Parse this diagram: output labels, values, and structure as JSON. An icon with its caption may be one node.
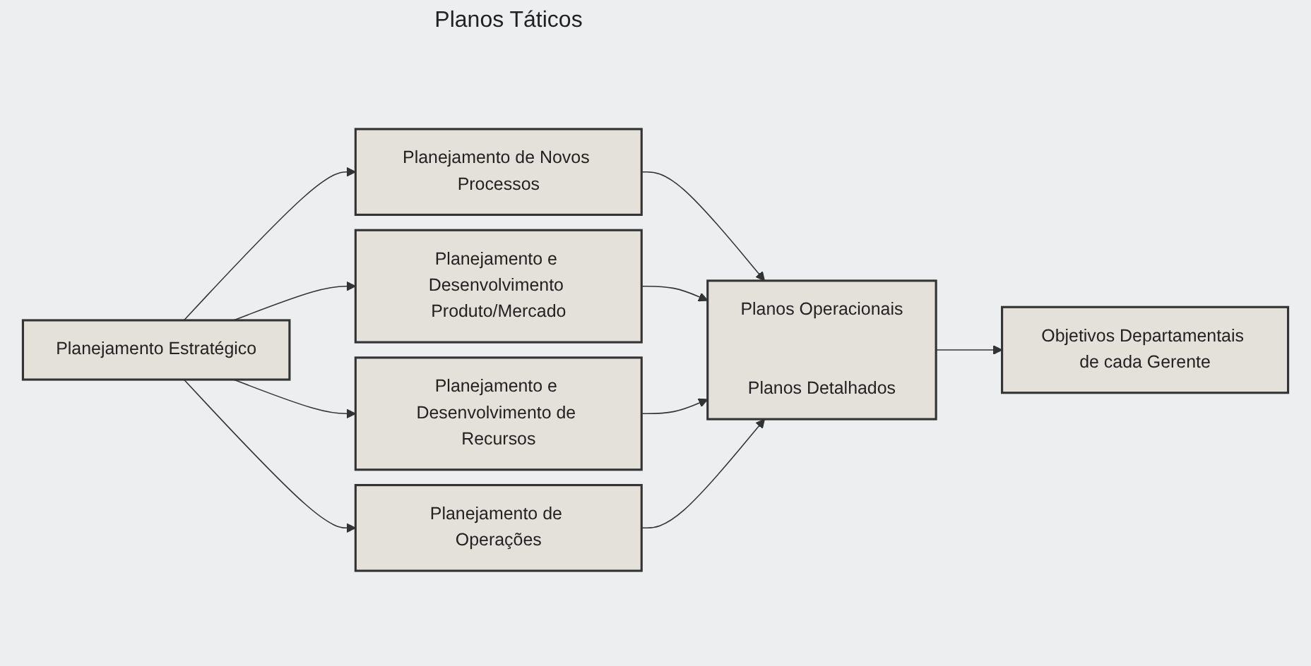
{
  "diagram": {
    "nodes": [
      {
        "text": [
          "Planejamento Estratégico"
        ]
      },
      {
        "text": [
          "Planejamento de Novos Processos"
        ]
      },
      {
        "text": [
          "Planejamento e Desenvolvimento Produto/Mercado"
        ]
      },
      {
        "text": [
          "Planejamento e Desenvolvimento de Recursos"
        ]
      },
      {
        "text": [
          "Planejamento de Operações"
        ]
      },
      {
        "text": [
          "Planos Operacionais",
          "Planos Detalhados"
        ]
      },
      {
        "text": [
          "Objetivos Departamentais de cada Gerente"
        ]
      }
    ],
    "edges": [
      {
        "from": 0,
        "to": 1,
        "arrow": "to"
      },
      {
        "from": 0,
        "to": 2,
        "arrow": "to"
      },
      {
        "from": 0,
        "to": 3,
        "arrow": "to"
      },
      {
        "from": 0,
        "to": 4,
        "arrow": "to"
      },
      {
        "from": 1,
        "to": 5,
        "arrow": "to"
      },
      {
        "from": 2,
        "to": 5,
        "arrow": "to"
      },
      {
        "from": 3,
        "to": 5,
        "arrow": "to"
      },
      {
        "from": 4,
        "to": 5,
        "arrow": "to"
      },
      {
        "from": 5,
        "to": 6,
        "arrow": "to"
      }
    ],
    "labels": [
      "Planos Táticos"
    ]
  }
}
